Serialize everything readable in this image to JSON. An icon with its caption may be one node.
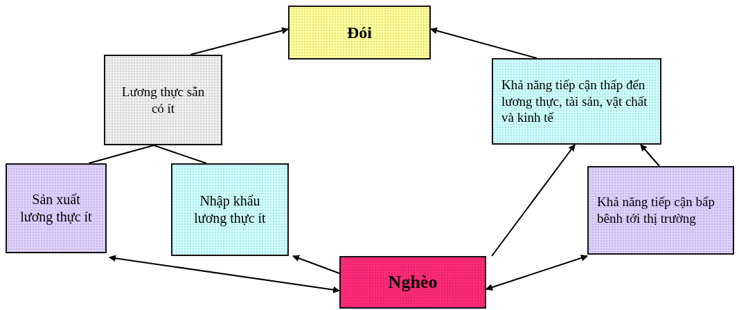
{
  "diagram": {
    "nodes": [
      {
        "text": [
          "Đói"
        ]
      },
      {
        "text": [
          "Lương thực sẵn có ít"
        ]
      },
      {
        "text": [
          "Khả năng tiếp cận thấp đến lương thực, tài sản, vật chất và kinh tế"
        ]
      },
      {
        "text": [
          "Sản xuất lương thực ít"
        ]
      },
      {
        "text": [
          "Nhập khẩu lương thực ít"
        ]
      },
      {
        "text": [
          "Khả năng tiếp cận bấp bênh tới thị trường"
        ]
      },
      {
        "text": [
          "Nghèo"
        ]
      }
    ],
    "edges": [
      {
        "from": 1,
        "to": 0,
        "arrow": "to"
      },
      {
        "from": 2,
        "to": 0,
        "arrow": "to"
      },
      {
        "from": 3,
        "to": 1,
        "arrow": "none"
      },
      {
        "from": 4,
        "to": 1,
        "arrow": "none"
      },
      {
        "from": 6,
        "to": 3,
        "arrow": "both"
      },
      {
        "from": 6,
        "to": 4,
        "arrow": "to"
      },
      {
        "from": 6,
        "to": 2,
        "arrow": "to"
      },
      {
        "from": 5,
        "to": 2,
        "arrow": "to"
      },
      {
        "from": 6,
        "to": 5,
        "arrow": "both"
      }
    ]
  }
}
